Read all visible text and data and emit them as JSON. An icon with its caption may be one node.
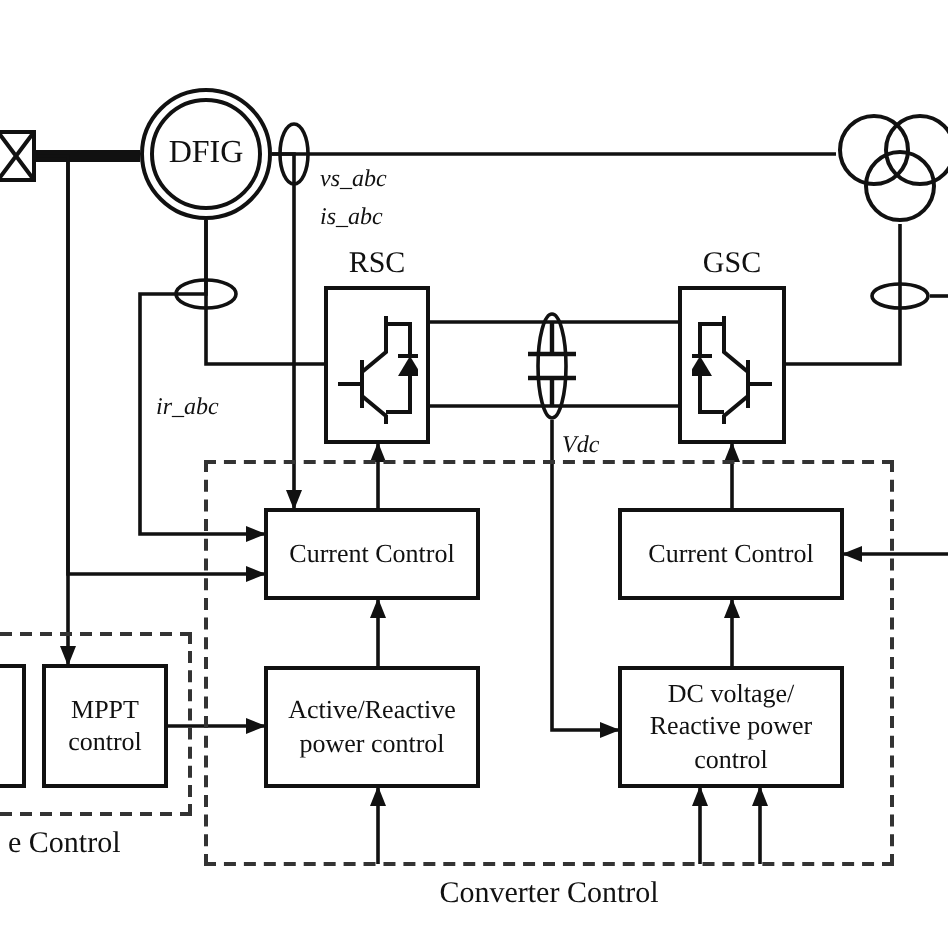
{
  "diagram": {
    "nodes": [
      {
        "text": [],
        "shape": "box"
      },
      {
        "text": [
          "DFIG"
        ]
      },
      {
        "text": [],
        "shape": "transformer"
      },
      {
        "text": [
          "RSC"
        ]
      },
      {
        "text": [
          "GSC"
        ]
      },
      {
        "text": [
          "Converter Control"
        ]
      },
      {
        "text": [
          "Current Control"
        ],
        "in": 5
      },
      {
        "text": [
          "Active/Reactive power control"
        ],
        "in": 5
      },
      {
        "text": [
          "Current Control"
        ],
        "in": 5
      },
      {
        "text": [
          "DC voltage/ Reactive power control"
        ],
        "in": 5
      },
      {
        "text": [
          "e Control"
        ]
      },
      {
        "text": [],
        "shape": "box",
        "in": 10
      },
      {
        "text": [
          "MPPT control"
        ],
        "in": 10
      },
      {
        "text": [],
        "shape": "capacitor"
      },
      {
        "text": [],
        "shape": "ellipse"
      }
    ],
    "edges": [
      {
        "from": 0,
        "to": 1,
        "arrow": "none",
        "style": "thick"
      },
      {
        "from": 1,
        "to": 2,
        "arrow": "none"
      },
      {
        "from": 1,
        "to": 3,
        "arrow": "none"
      },
      {
        "from": 3,
        "to": 4,
        "arrow": "none"
      },
      {
        "from": 3,
        "to": 4,
        "arrow": "none"
      },
      {
        "from": 4,
        "to": 2,
        "arrow": "none"
      },
      {
        "from": 0,
        "to": 12,
        "arrow": "to"
      },
      {
        "from": 0,
        "to": 6,
        "arrow": "to"
      },
      {
        "from": 1,
        "to": 6,
        "arrow": "to"
      },
      {
        "from": 1,
        "to": 6,
        "arrow": "to"
      },
      {
        "from": 6,
        "to": 3,
        "arrow": "to"
      },
      {
        "from": 7,
        "to": 6,
        "arrow": "to"
      },
      {
        "from": 12,
        "to": 7,
        "arrow": "to"
      },
      {
        "from": null,
        "to": 7,
        "arrow": "to"
      },
      {
        "from": 13,
        "to": 9,
        "arrow": "to"
      },
      {
        "from": 9,
        "to": 8,
        "arrow": "to"
      },
      {
        "from": 8,
        "to": 4,
        "arrow": "to"
      },
      {
        "from": null,
        "to": 8,
        "arrow": "to"
      },
      {
        "from": null,
        "to": 9,
        "arrow": "to"
      },
      {
        "from": null,
        "to": 9,
        "arrow": "to"
      },
      {
        "from": 14,
        "to": null,
        "arrow": "none"
      }
    ],
    "labels": [
      "vs_abc",
      "is_abc",
      "ir_abc",
      "Vdc"
    ]
  }
}
